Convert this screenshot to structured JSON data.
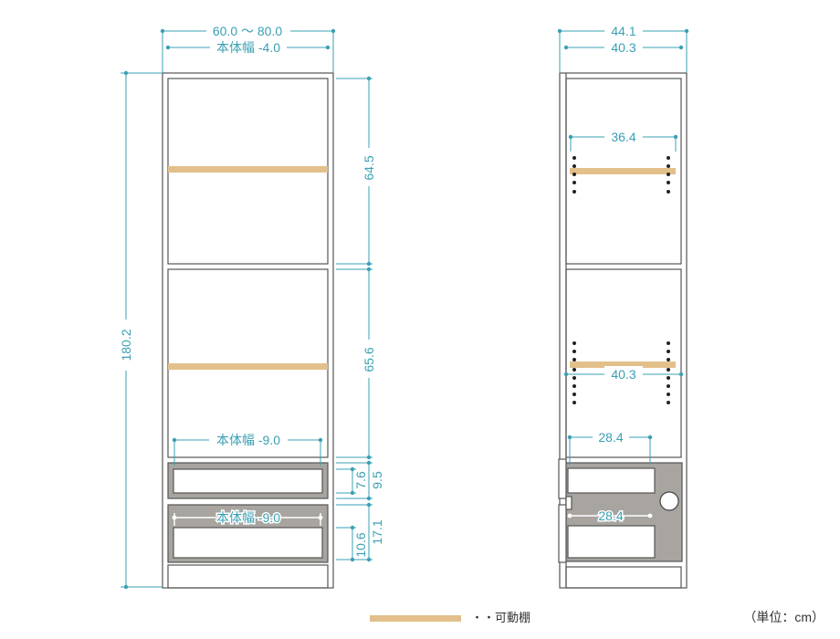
{
  "front_view": {
    "top_width_label": "60.0 〜 80.0",
    "inner_width_label": "本体幅 -4.0",
    "height_label": "180.2",
    "upper_section_label": "64.5",
    "middle_section_label": "65.6",
    "drawer_width_label_1": "本体幅 -9.0",
    "drawer_width_label_2": "本体幅 -9.0",
    "drawer1_inner_label": "7.6",
    "drawer1_outer_label": "9.5",
    "drawer2_inner_label": "10.6",
    "drawer2_outer_label": "17.1"
  },
  "side_view": {
    "depth_label": "44.1",
    "inner_depth_label": "40.3",
    "shelf_depth_label": "36.4",
    "middle_depth_label": "40.3",
    "drawer1_depth_label": "28.4",
    "drawer2_depth_label": "28.4"
  },
  "legend": {
    "shelf_label": "・・可動棚",
    "shelf_color": "#e3c08b"
  },
  "unit_label": "（単位：cm）",
  "colors": {
    "dimension": "#3aa0b4",
    "panel": "#555555",
    "drawer_fill": "#a8a4a0",
    "shelf": "#e3c08b"
  }
}
